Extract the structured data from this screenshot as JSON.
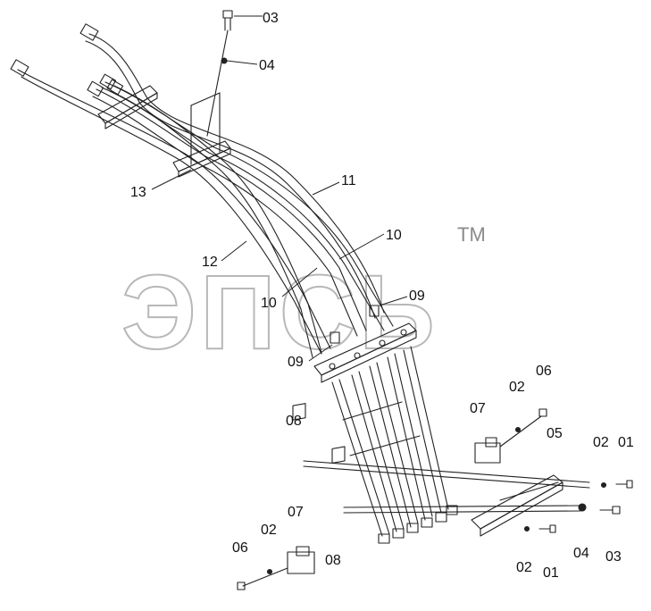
{
  "diagram": {
    "watermark_text": "ЭПСЬ",
    "watermark_tm": "TM",
    "corner_mark": "",
    "callouts": [
      {
        "id": "c-03-top",
        "text": "03"
      },
      {
        "id": "c-04-top",
        "text": "04"
      },
      {
        "id": "c-13",
        "text": "13"
      },
      {
        "id": "c-11",
        "text": "11"
      },
      {
        "id": "c-10-upper",
        "text": "10"
      },
      {
        "id": "c-12",
        "text": "12"
      },
      {
        "id": "c-10-lower",
        "text": "10"
      },
      {
        "id": "c-09-right",
        "text": "09"
      },
      {
        "id": "c-09-left",
        "text": "09"
      },
      {
        "id": "c-06-right",
        "text": "06"
      },
      {
        "id": "c-02-right",
        "text": "02"
      },
      {
        "id": "c-07-right",
        "text": "07"
      },
      {
        "id": "c-08-upper",
        "text": "08"
      },
      {
        "id": "c-05",
        "text": "05"
      },
      {
        "id": "c-02-far",
        "text": "02"
      },
      {
        "id": "c-01-far",
        "text": "01"
      },
      {
        "id": "c-07-left",
        "text": "07"
      },
      {
        "id": "c-02-left",
        "text": "02"
      },
      {
        "id": "c-06-left",
        "text": "06"
      },
      {
        "id": "c-08-lower",
        "text": "08"
      },
      {
        "id": "c-04-bottom",
        "text": "04"
      },
      {
        "id": "c-03-bottom",
        "text": "03"
      },
      {
        "id": "c-02-bottom",
        "text": "02"
      },
      {
        "id": "c-01-bottom",
        "text": "01"
      }
    ]
  }
}
